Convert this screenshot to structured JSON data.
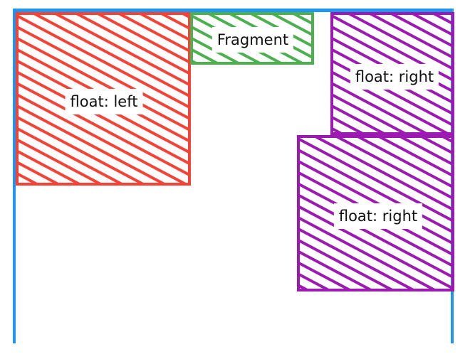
{
  "colors": {
    "container": "#1e96f0",
    "float_left": "#f44336",
    "fragment": "#4caf50",
    "float_right": "#9c1ab1"
  },
  "boxes": {
    "float_left": {
      "label": "float: left"
    },
    "fragment": {
      "label": "Fragment"
    },
    "float_right_1": {
      "label": "float: right"
    },
    "float_right_2": {
      "label": "float: right"
    }
  }
}
